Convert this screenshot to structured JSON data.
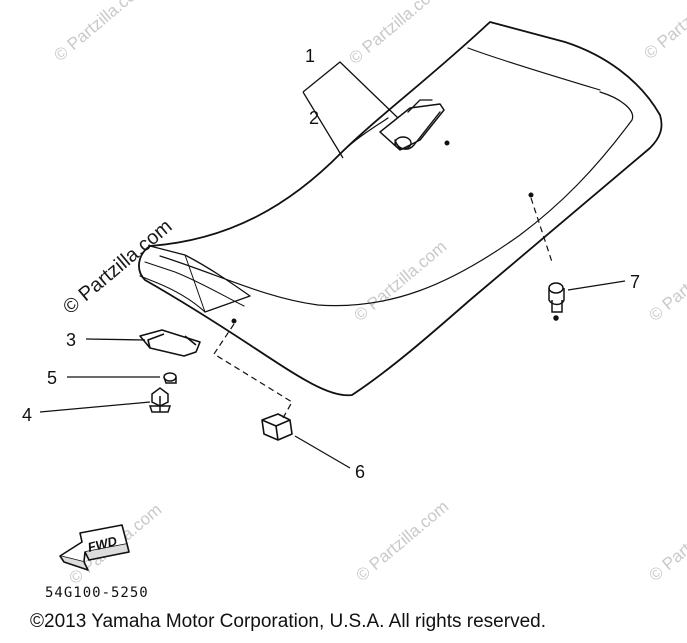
{
  "callouts": [
    {
      "id": "1",
      "label": "1"
    },
    {
      "id": "2",
      "label": "2"
    },
    {
      "id": "3",
      "label": "3"
    },
    {
      "id": "4",
      "label": "4"
    },
    {
      "id": "5",
      "label": "5"
    },
    {
      "id": "6",
      "label": "6"
    },
    {
      "id": "7",
      "label": "7"
    }
  ],
  "fwd_label": "FWD",
  "part_number": "54G100-5250",
  "watermark": "© Partzilla.com",
  "copyright": "©2013  Yamaha Motor Corporation, U.S.A. All rights reserved.",
  "colors": {
    "line": "#111111",
    "watermark": "#c9c9c9",
    "background": "#ffffff"
  }
}
